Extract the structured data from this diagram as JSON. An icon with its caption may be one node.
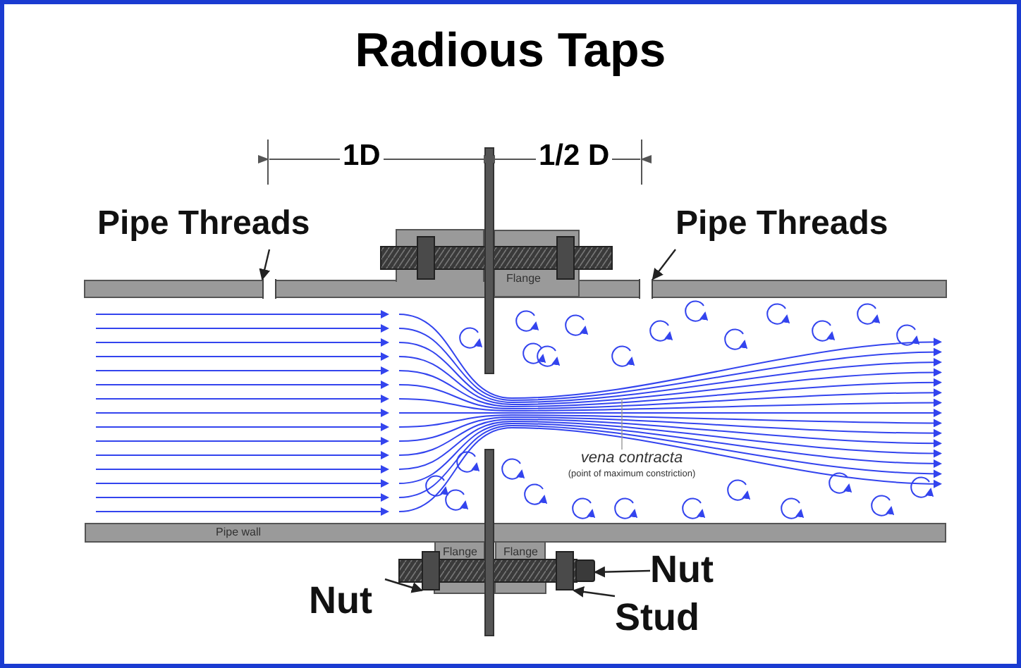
{
  "diagram": {
    "title": "Radious Taps",
    "nodes": [
      {
        "text": [
          "Pipe Threads"
        ]
      },
      {
        "text": [
          "Pipe Threads"
        ]
      },
      {
        "text": [],
        "shape": "box"
      },
      {
        "text": [],
        "shape": "box"
      },
      {
        "text": [
          "Flange"
        ]
      },
      {
        "text": [
          "Pipe wall"
        ]
      },
      {
        "text": [
          "Flange"
        ]
      },
      {
        "text": [
          "Flange"
        ]
      },
      {
        "text": [
          "Nut"
        ]
      },
      {
        "text": [
          "Nut"
        ]
      },
      {
        "text": [
          "Stud"
        ]
      },
      {
        "text": [],
        "shape": "box"
      },
      {
        "text": [],
        "shape": "bar"
      },
      {
        "text": [],
        "shape": "box"
      },
      {
        "text": [
          "vena contracta",
          "(point of maximum constriction)"
        ]
      }
    ],
    "edges": [
      {
        "from": 0,
        "to": 2,
        "arrow": "to"
      },
      {
        "from": 1,
        "to": 3,
        "arrow": "to"
      },
      {
        "from": 8,
        "to": 11,
        "arrow": "to"
      },
      {
        "from": 9,
        "to": 12,
        "arrow": "to"
      },
      {
        "from": 10,
        "to": 13,
        "arrow": "to"
      },
      {
        "from": 14,
        "to": null,
        "arrow": "none",
        "color": "#999999"
      }
    ],
    "labels": [
      "1D",
      "1/2 D"
    ]
  }
}
